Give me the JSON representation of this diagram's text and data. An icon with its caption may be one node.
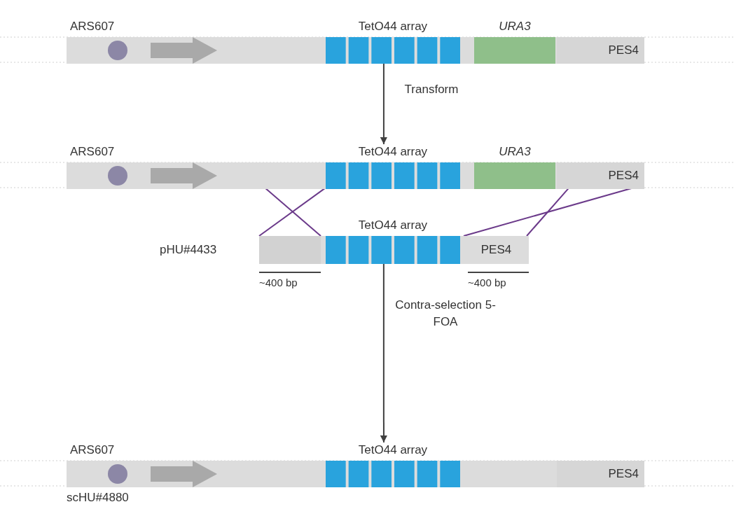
{
  "diagram": {
    "nodes": [
      {
        "text": [],
        "shape": "bar"
      },
      {
        "text": [
          "ARS607"
        ],
        "in": 0
      },
      {
        "text": [
          "TetO44 array"
        ],
        "in": 0
      },
      {
        "text": [
          "URA3"
        ],
        "in": 0
      },
      {
        "text": [
          "PES4"
        ],
        "in": 0
      },
      {
        "text": [],
        "shape": "bar"
      },
      {
        "text": [
          "ARS607"
        ],
        "in": 5
      },
      {
        "text": [
          "TetO44 array"
        ],
        "in": 5
      },
      {
        "text": [
          "URA3"
        ],
        "in": 5
      },
      {
        "text": [
          "PES4"
        ],
        "in": 5
      },
      {
        "text": [],
        "shape": "bar",
        "beside": [
          "pHU#4433"
        ]
      },
      {
        "text": [],
        "shape": "box",
        "in": 10
      },
      {
        "text": [
          "TetO44 array"
        ],
        "in": 10
      },
      {
        "text": [
          "PES4"
        ],
        "in": 10
      },
      {
        "text": [],
        "shape": "bar",
        "beside": [
          "scHU#4880"
        ]
      },
      {
        "text": [
          "ARS607"
        ],
        "in": 14
      },
      {
        "text": [
          "TetO44 array"
        ],
        "in": 14
      },
      {
        "text": [
          "PES4"
        ],
        "in": 14
      }
    ],
    "edges": [
      {
        "from": 0,
        "to": 5,
        "arrow": "to",
        "label": "Transform",
        "color": "#404040"
      },
      {
        "from": 10,
        "to": 14,
        "arrow": "to",
        "label": "Contra-selection 5-FOA",
        "color": "#404040"
      },
      {
        "from": 5,
        "to": 11,
        "arrow": "none",
        "color": "#6b3a8a"
      },
      {
        "from": 7,
        "to": 11,
        "arrow": "none",
        "color": "#6b3a8a"
      },
      {
        "from": 13,
        "to": 9,
        "arrow": "none",
        "color": "#6b3a8a"
      },
      {
        "from": 13,
        "to": 9,
        "arrow": "none",
        "color": "#6b3a8a"
      }
    ],
    "labels": [
      "~400 bp",
      "~400 bp"
    ]
  }
}
